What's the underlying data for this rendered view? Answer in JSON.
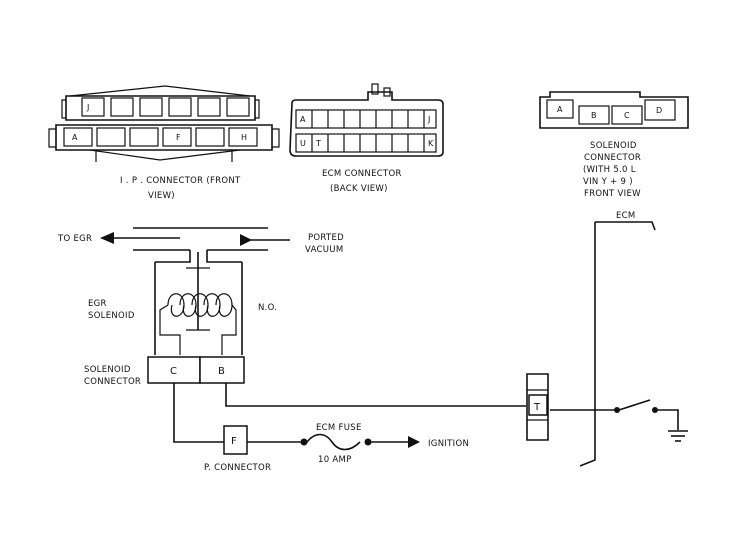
{
  "ip_connector": {
    "top_pins": [
      "J",
      "",
      "",
      "",
      "",
      "",
      ""
    ],
    "bottom_pins": [
      "A",
      "",
      "",
      "F",
      "",
      "",
      "H"
    ],
    "caption_line1": "I . P .  CONNECTOR  (FRONT",
    "caption_line2": "VIEW)"
  },
  "ecm_connector": {
    "row1_left": "A",
    "row1_right": "J",
    "row2_left": "U",
    "row2_second": "T",
    "row2_right": "K",
    "caption_line1": "ECM CONNECTOR",
    "caption_line2": "(BACK VIEW)"
  },
  "solenoid_connector_top": {
    "pins": [
      "A",
      "B",
      "C",
      "D"
    ],
    "caption_lines": [
      "SOLENOID",
      "CONNECTOR",
      "(WITH 5.0 L",
      "VIN  Y + 9 )",
      "FRONT VIEW"
    ]
  },
  "vacuum": {
    "to_egr": "TO EGR",
    "ported_line1": "PORTED",
    "ported_line2": "VACUUM"
  },
  "egr": {
    "label_line1": "EGR",
    "label_line2": "SOLENOID",
    "no_label": "N.O."
  },
  "solenoid_connector": {
    "label_line1": "SOLENOID",
    "label_line2": "CONNECTOR",
    "pin_c": "C",
    "pin_b": "B"
  },
  "ip_small": {
    "pin": "F",
    "label": "P.  CONNECTOR"
  },
  "fuse": {
    "label": "ECM FUSE",
    "rating": "10 AMP",
    "ignition": "IGNITION"
  },
  "ecm_side": {
    "label": "ECM",
    "pin_t": "T"
  }
}
